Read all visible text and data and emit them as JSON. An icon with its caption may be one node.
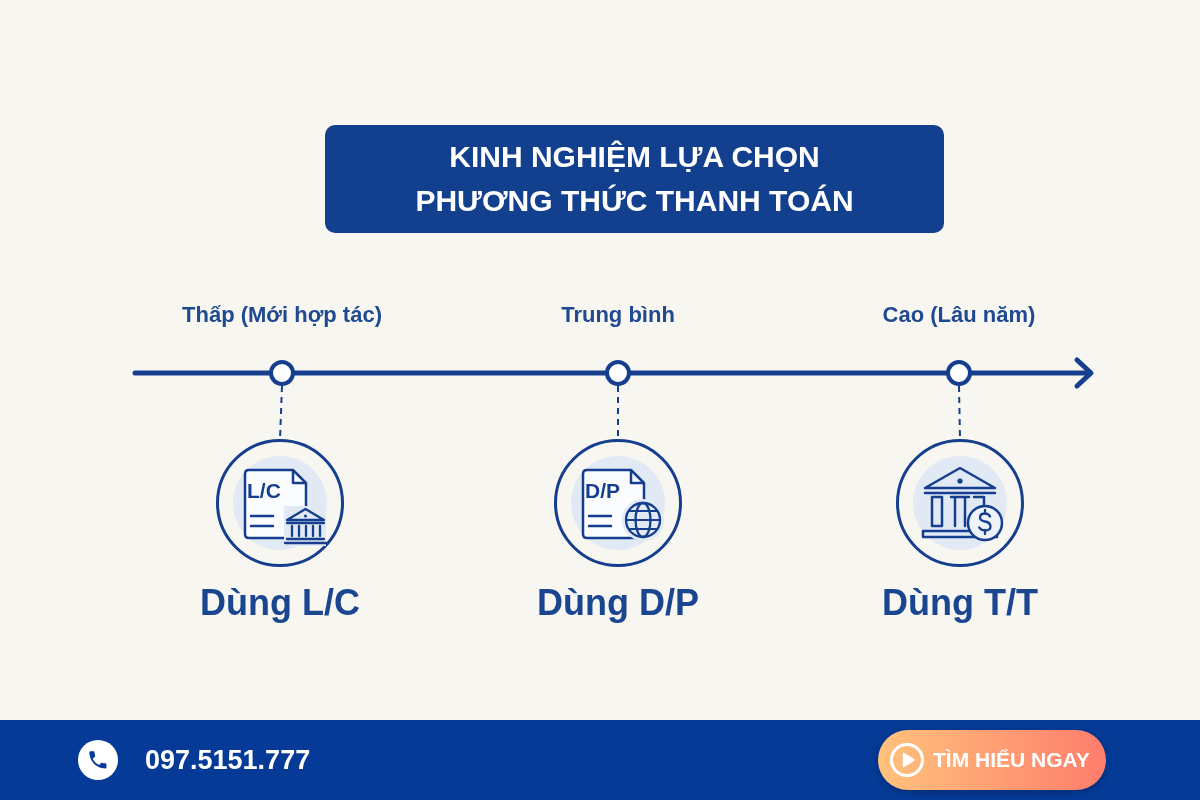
{
  "diagram": {
    "title": "KINH NGHIỆM LỰA CHỌN PHƯƠNG THỨC THANH TOÁN",
    "nodes": [
      {
        "text": [
          "Thấp (Mới hợp tác)"
        ]
      },
      {
        "text": [
          "Trung bình"
        ]
      },
      {
        "text": [
          "Cao (Lâu năm)"
        ]
      },
      {
        "text": [
          "L/C",
          "Dùng L/C"
        ]
      },
      {
        "text": [
          "D/P",
          "Dùng D/P"
        ]
      },
      {
        "text": [
          "Dùng T/T"
        ]
      }
    ],
    "edges": [
      {
        "from": 0,
        "to": 3,
        "arrow": "none",
        "style": "dashed"
      },
      {
        "from": 1,
        "to": 4,
        "arrow": "none",
        "style": "dashed"
      },
      {
        "from": 2,
        "to": 5,
        "arrow": "none",
        "style": "dashed"
      }
    ],
    "labels": [
      "097.5151.777",
      "TÌM HIỂU NGAY"
    ]
  }
}
